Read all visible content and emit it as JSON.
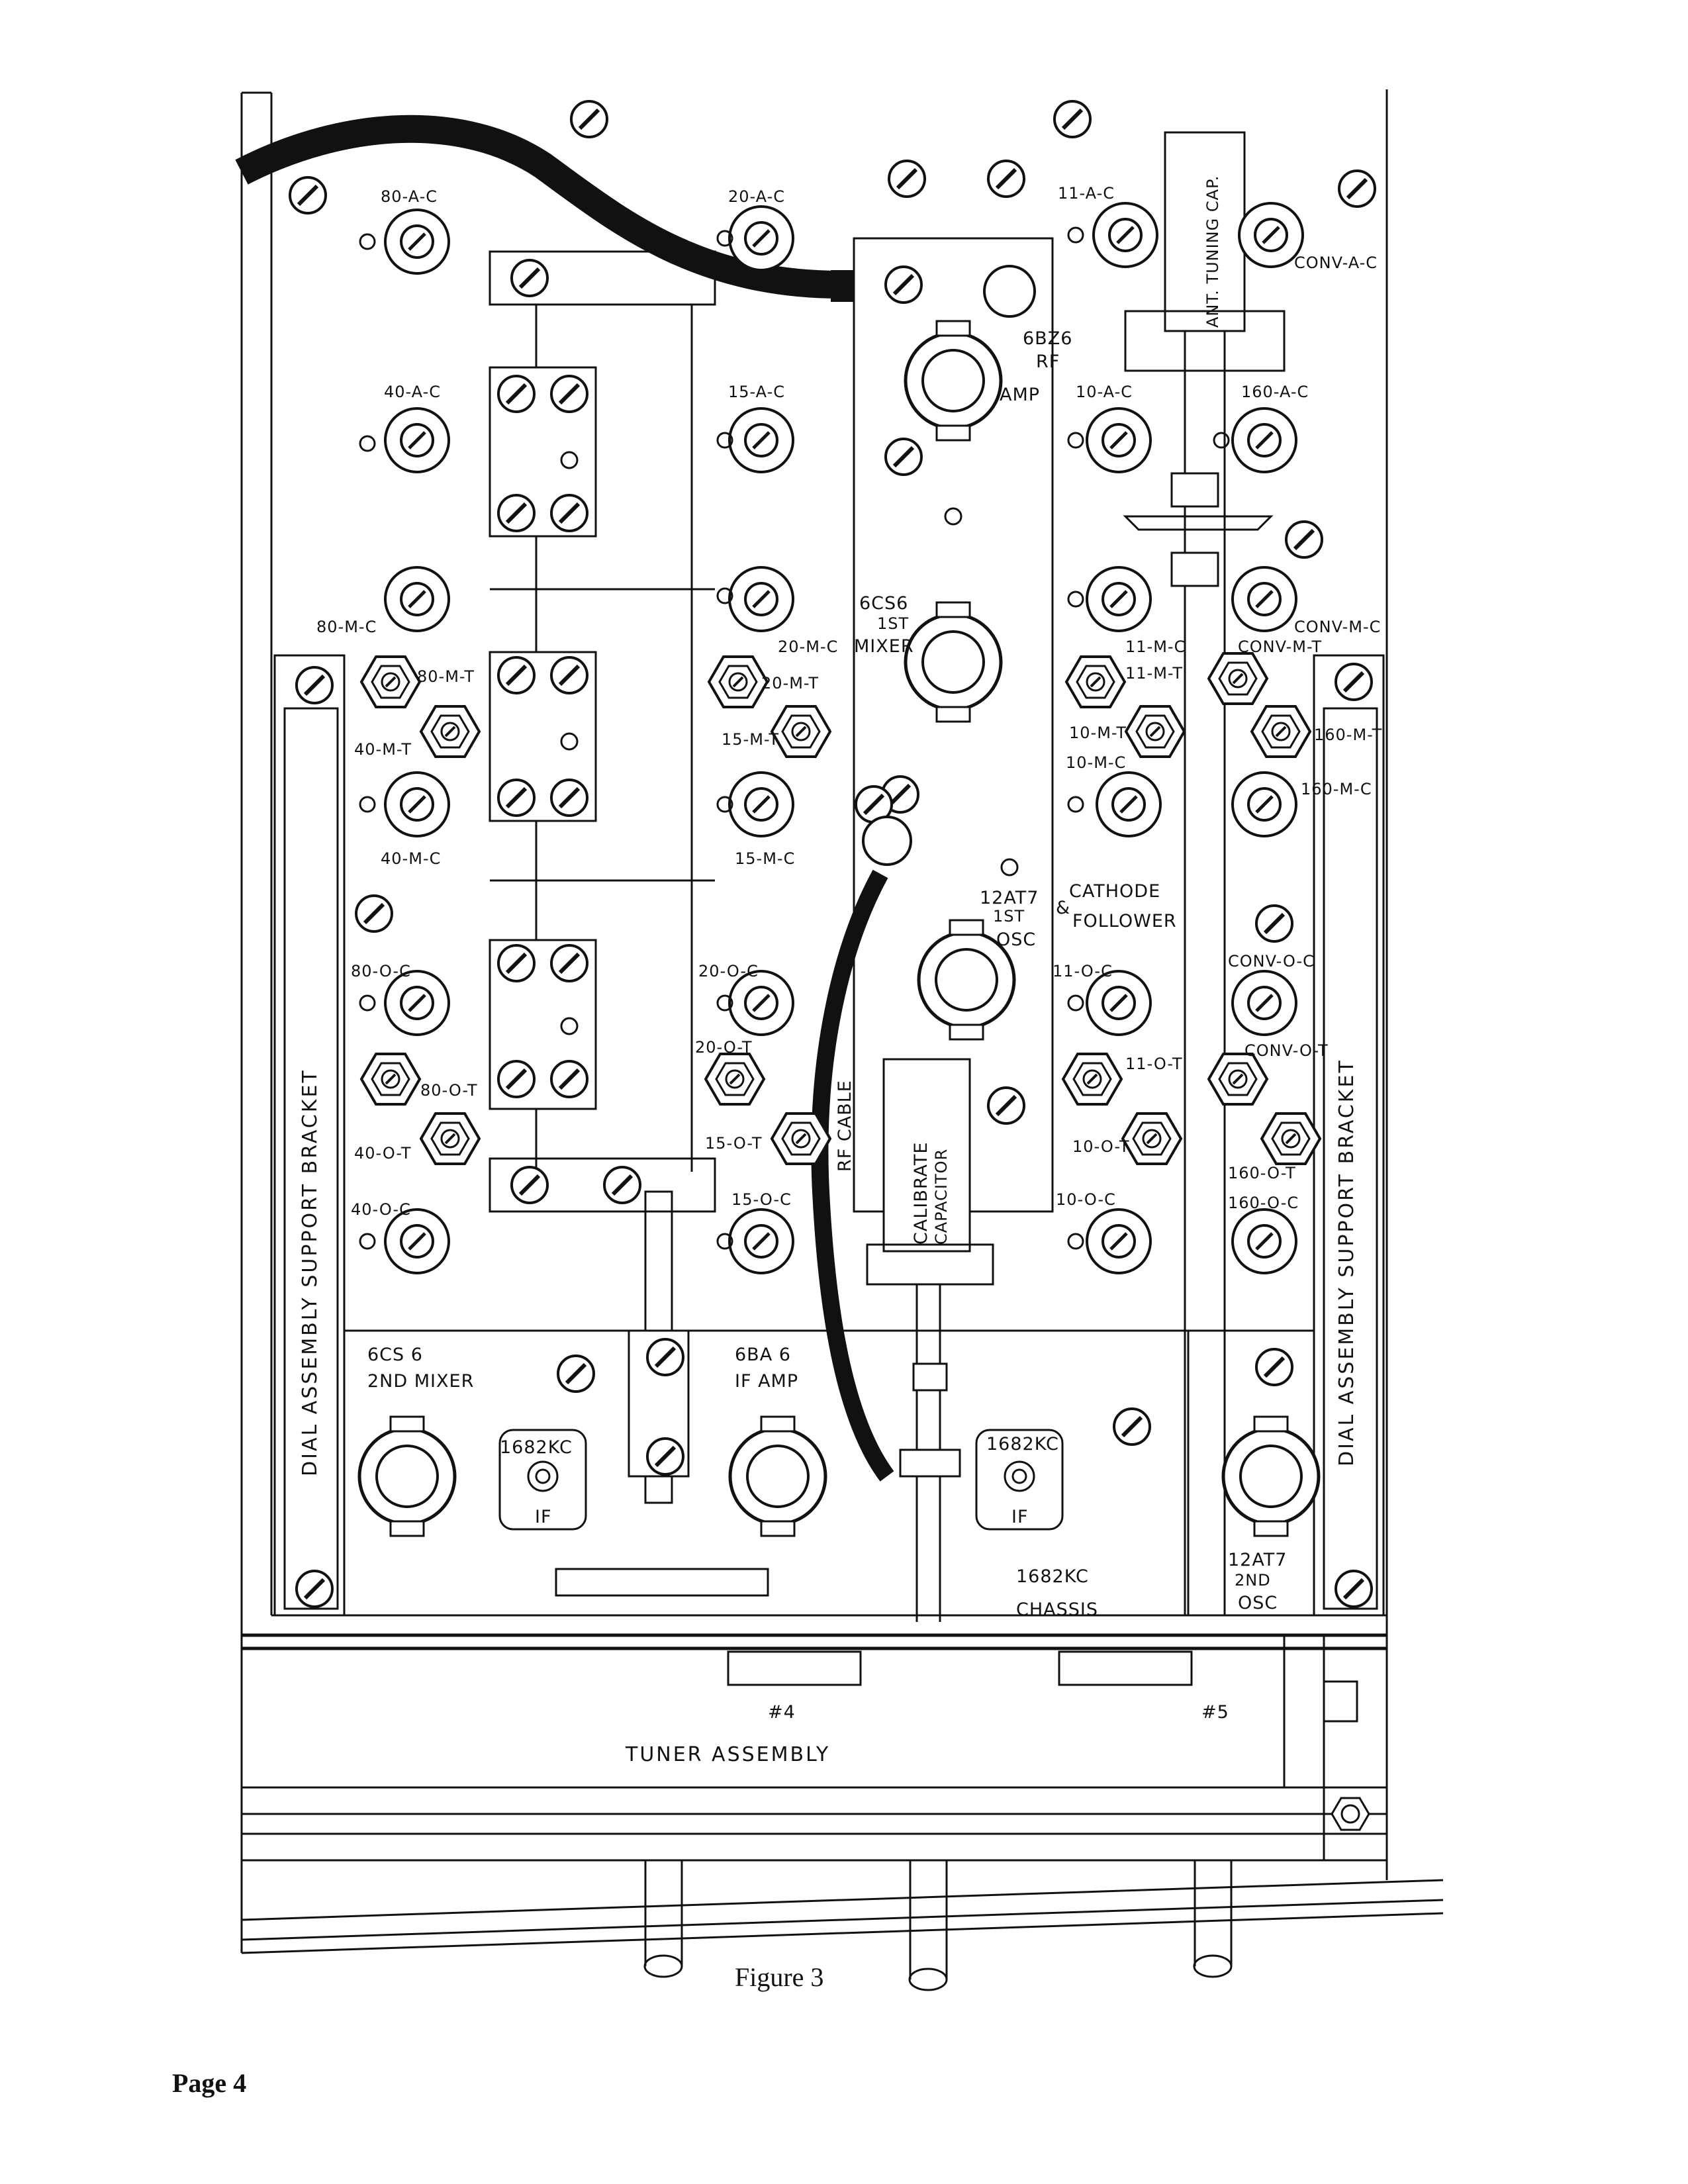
{
  "figure": {
    "caption": "Figure 3",
    "page": "Page 4"
  },
  "labels": {
    "c80ac": "80-A-C",
    "c20ac": "20-A-C",
    "c11ac": "11-A-C",
    "ant_tuning_cap": "ANT. TUNING CAP.",
    "conv_ac": "CONV-A-C",
    "tube_6bz6": "6BZ6",
    "rf": "RF",
    "amp": "AMP",
    "c40ac": "40-A-C",
    "c15ac": "15-A-C",
    "c10ac": "10-A-C",
    "c160ac": "160-A-C",
    "tube_6cs6": "6CS6",
    "first": "1ST",
    "mixer": "MIXER",
    "c80mc": "80-M-C",
    "c20mc": "20-M-C",
    "c11mc": "11-M-C",
    "conv_mc": "CONV-M-C",
    "conv_mt": "CONV-M-T",
    "t80mt": "80-M-T",
    "t20mt": "20-M-T",
    "t11mt": "11-M-T",
    "t40mt": "40-M-T",
    "t15mt": "15-M-T",
    "t10mt": "10-M-T",
    "t160mt": "160-M-T",
    "c10mc": "10-M-C",
    "c160mc": "160-M-C",
    "c40mc": "40-M-C",
    "c15mc": "15-M-C",
    "tube_12at7": "12AT7",
    "osc": "OSC",
    "cathode": "CATHODE",
    "amp_sign": "&",
    "follower": "FOLLOWER",
    "c80oc": "80-O-C",
    "c20oc": "20-O-C",
    "c11oc": "11-O-C",
    "conv_oc": "CONV-O-C",
    "t20ot": "20-O-T",
    "conv_ot": "CONV-O-T",
    "t80ot": "80-O-T",
    "t11ot": "11-O-T",
    "rf_cable": "RF CABLE",
    "calibrate": "CALIBRATE",
    "capacitor": "CAPACITOR",
    "t40ot": "40-O-T",
    "t15ot": "15-O-T",
    "t10ot": "10-O-T",
    "t160ot": "160-O-T",
    "c40oc": "40-O-C",
    "c15oc": "15-O-C",
    "c10oc": "10-O-C",
    "c160oc": "160-O-C",
    "bracket": "DIAL ASSEMBLY SUPPORT BRACKET",
    "tube_6cs6_2": "6CS 6",
    "second_mixer": "2ND MIXER",
    "tube_6ba6": "6BA 6",
    "if_amp": "IF AMP",
    "kc1682": "1682KC",
    "if": "IF",
    "kc_chassis": "1682KC",
    "chassis": "CHASSIS",
    "second": "2ND",
    "num4": "#4",
    "num5": "#5",
    "tuner_assembly": "TUNER ASSEMBLY"
  }
}
